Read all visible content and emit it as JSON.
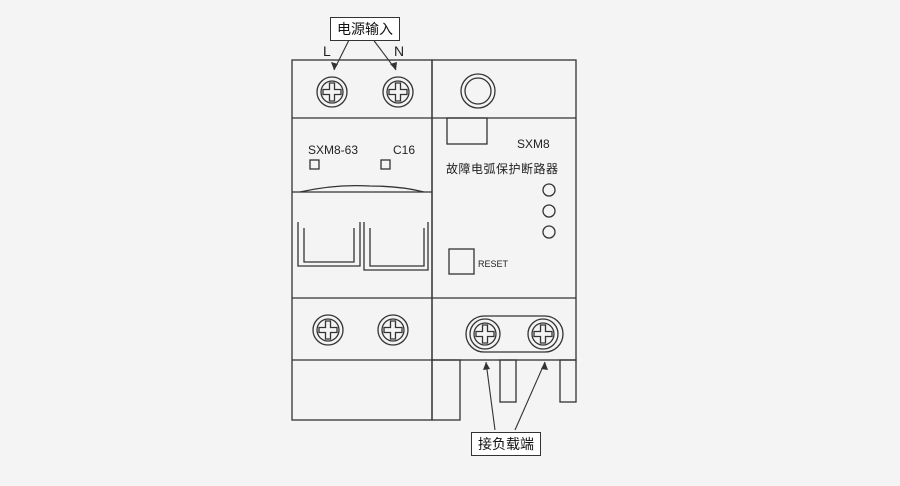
{
  "input_label": "电源输入",
  "terminal_L": "L",
  "terminal_N": "N",
  "breaker_model": "SXM8-63",
  "breaker_rating": "C16",
  "afdd_model": "SXM8",
  "afdd_name": "故障电弧保护断路器",
  "reset_label": "RESET",
  "load_label": "接负载端"
}
